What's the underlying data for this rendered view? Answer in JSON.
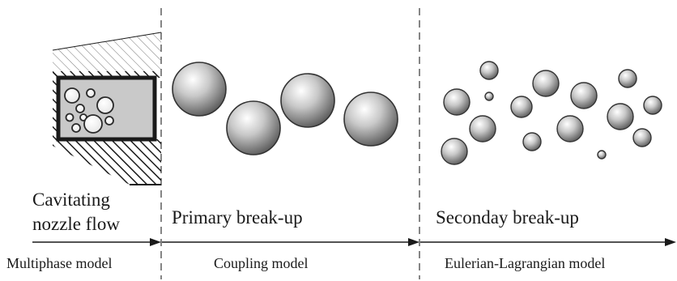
{
  "stages": [
    {
      "heading": [
        "Cavitating",
        "nozzle flow"
      ],
      "model": "Multiphase model"
    },
    {
      "heading": [
        "Primary break-up"
      ],
      "model": "Coupling model"
    },
    {
      "heading": [
        "Seconday break-up"
      ],
      "model": "Eulerian-Lagrangian model"
    }
  ],
  "colors": {
    "ink": "#1a1a1a",
    "nozzle_fill": "#c9c9c9",
    "droplet_light": "#ffffff",
    "droplet_mid": "#bdbdbd",
    "droplet_dark": "#5a5a5a"
  },
  "icons": [
    "nozzle-icon",
    "droplet-icon",
    "arrow-right-icon"
  ]
}
